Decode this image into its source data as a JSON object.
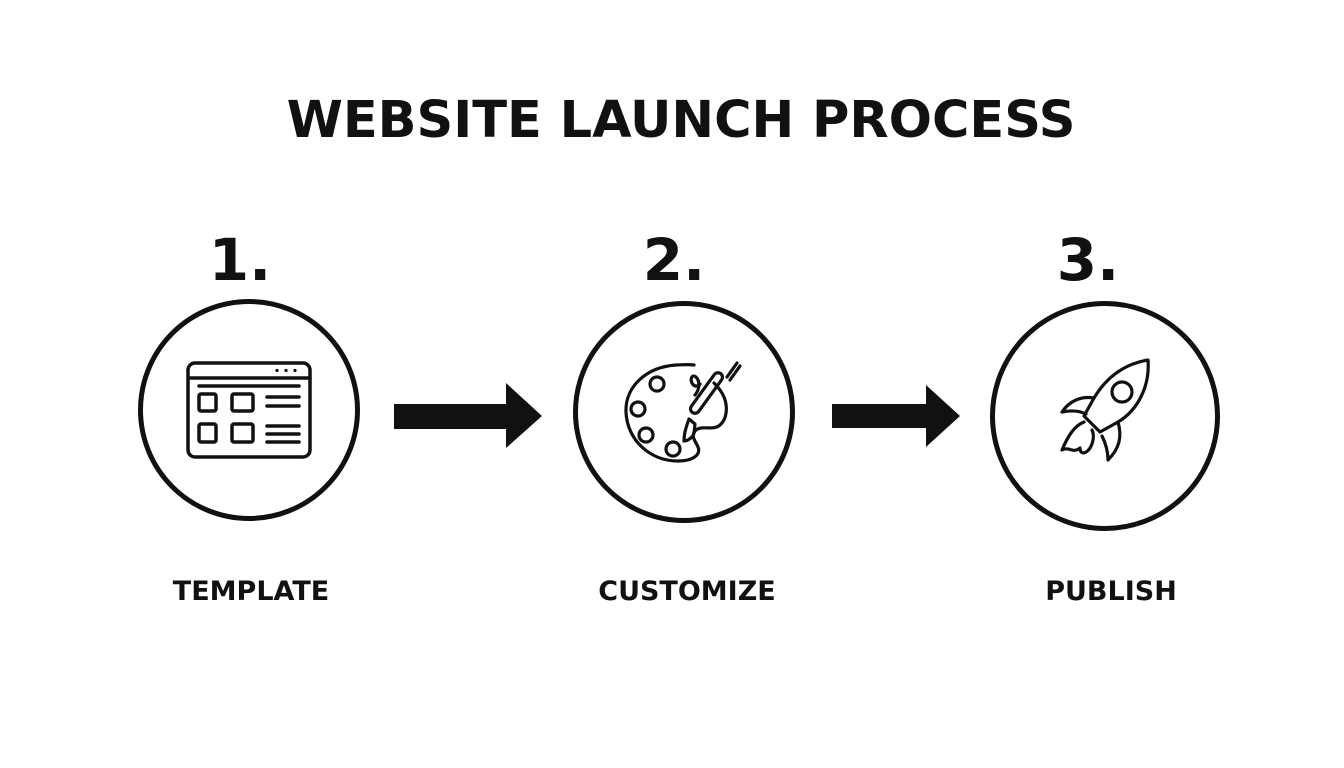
{
  "title": "WEBSITE LAUNCH PROCESS",
  "steps": [
    {
      "number": "1.",
      "label": "TEMPLATE",
      "icon": "browser-template-icon"
    },
    {
      "number": "2.",
      "label": "CUSTOMIZE",
      "icon": "paint-palette-icon"
    },
    {
      "number": "3.",
      "label": "PUBLISH",
      "icon": "rocket-icon"
    }
  ],
  "connectors": [
    "arrow-right-icon",
    "arrow-right-icon"
  ],
  "colors": {
    "ink": "#111111",
    "background": "#ffffff"
  }
}
